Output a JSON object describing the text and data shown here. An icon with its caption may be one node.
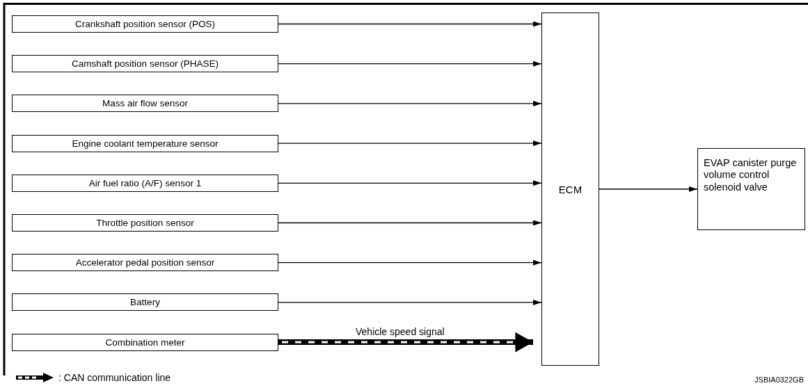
{
  "diagram": {
    "nodes": [
      {
        "text": [
          "Crankshaft position sensor (POS)"
        ]
      },
      {
        "text": [
          "Camshaft position sensor (PHASE)"
        ]
      },
      {
        "text": [
          "Mass air flow sensor"
        ]
      },
      {
        "text": [
          "Engine coolant temperature sensor"
        ]
      },
      {
        "text": [
          "Air fuel ratio (A/F) sensor 1"
        ]
      },
      {
        "text": [
          "Throttle position sensor"
        ]
      },
      {
        "text": [
          "Accelerator pedal position sensor"
        ]
      },
      {
        "text": [
          "Battery"
        ]
      },
      {
        "text": [
          "Combination meter"
        ]
      },
      {
        "text": [
          "ECM"
        ]
      },
      {
        "text": [
          "EVAP canister purge volume control solenoid valve"
        ]
      }
    ],
    "edges": [
      {
        "from": 0,
        "to": 9,
        "arrow": "to"
      },
      {
        "from": 1,
        "to": 9,
        "arrow": "to"
      },
      {
        "from": 2,
        "to": 9,
        "arrow": "to"
      },
      {
        "from": 3,
        "to": 9,
        "arrow": "to"
      },
      {
        "from": 4,
        "to": 9,
        "arrow": "to"
      },
      {
        "from": 5,
        "to": 9,
        "arrow": "to"
      },
      {
        "from": 6,
        "to": 9,
        "arrow": "to"
      },
      {
        "from": 7,
        "to": 9,
        "arrow": "to"
      },
      {
        "from": 8,
        "to": 9,
        "arrow": "to",
        "label": "Vehicle speed signal",
        "style": "thick"
      },
      {
        "from": 9,
        "to": 10,
        "arrow": "to"
      }
    ],
    "labels": [
      "JSBIA0322GB"
    ],
    "legend": [
      {
        "text": ": CAN communication line"
      }
    ]
  }
}
